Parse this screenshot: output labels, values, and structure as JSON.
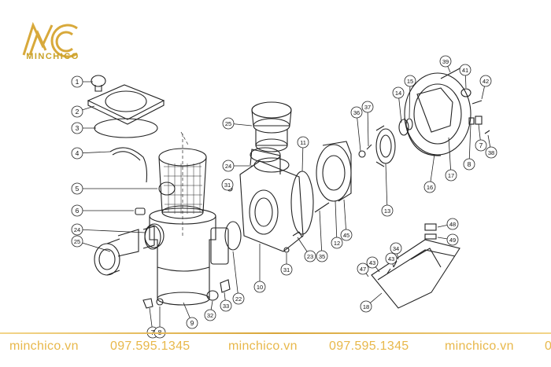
{
  "brand": {
    "logo_icon": "mc-monogram-icon",
    "name": "MINCHICO",
    "accent": "#c9a227"
  },
  "callouts": [
    {
      "n": "1"
    },
    {
      "n": "2"
    },
    {
      "n": "3"
    },
    {
      "n": "4"
    },
    {
      "n": "5"
    },
    {
      "n": "6"
    },
    {
      "n": "24"
    },
    {
      "n": "25"
    },
    {
      "n": "7"
    },
    {
      "n": "8"
    },
    {
      "n": "9"
    },
    {
      "n": "25"
    },
    {
      "n": "24"
    },
    {
      "n": "31"
    },
    {
      "n": "32"
    },
    {
      "n": "33"
    },
    {
      "n": "22"
    },
    {
      "n": "10"
    },
    {
      "n": "31"
    },
    {
      "n": "11"
    },
    {
      "n": "23"
    },
    {
      "n": "35"
    },
    {
      "n": "12"
    },
    {
      "n": "45"
    },
    {
      "n": "36"
    },
    {
      "n": "37"
    },
    {
      "n": "13"
    },
    {
      "n": "14"
    },
    {
      "n": "15"
    },
    {
      "n": "16"
    },
    {
      "n": "17"
    },
    {
      "n": "39"
    },
    {
      "n": "41"
    },
    {
      "n": "42"
    },
    {
      "n": "7"
    },
    {
      "n": "8"
    },
    {
      "n": "38"
    },
    {
      "n": "48"
    },
    {
      "n": "49"
    },
    {
      "n": "34"
    },
    {
      "n": "43"
    },
    {
      "n": "43"
    },
    {
      "n": "47"
    },
    {
      "n": "18"
    }
  ],
  "footer": {
    "items": [
      "minchico.vn",
      "097.595.1345",
      "minchico.vn",
      "097.595.1345",
      "minchico.vn",
      "0"
    ],
    "color": "#e8b84b"
  }
}
